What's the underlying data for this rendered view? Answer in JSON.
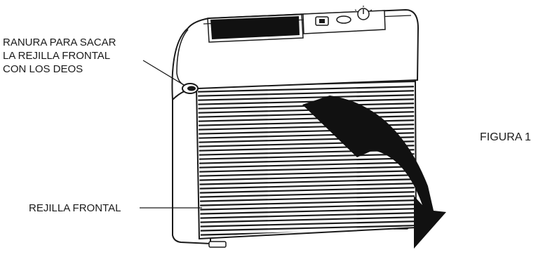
{
  "callouts": {
    "slot": {
      "lines": [
        "RANURA PARA SACAR",
        "LA REJILLA FRONTAL",
        "CON LOS DEOS"
      ]
    },
    "grille": "REJILLA FRONTAL"
  },
  "figure_label": "FIGURA 1",
  "colors": {
    "line": "#1a1a1a",
    "arrow": "#111111",
    "background": "#ffffff"
  },
  "illustration": {
    "subject": "air-purifier",
    "arrow_meaning": "pull-grille-forward-and-down"
  }
}
